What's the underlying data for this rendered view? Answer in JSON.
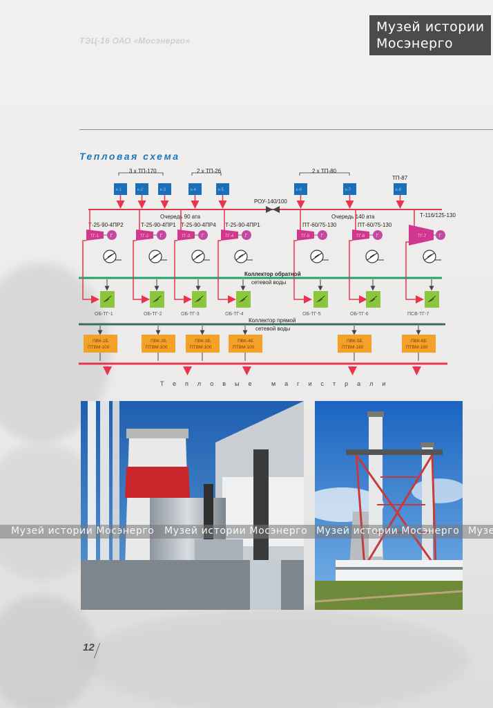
{
  "header": {
    "title": "ТЭЦ-16 ОАО «Мосэнерго»"
  },
  "logo": {
    "line1": "Музей истории",
    "line2": "Мосэнерго"
  },
  "section": {
    "title": "Тепловая схема"
  },
  "scheme": {
    "groups": [
      "3 х ТП-170",
      "2 х ТП-26",
      "2 х ТП-80",
      "ТП-87"
    ],
    "boilers": [
      "к-1",
      "к-2",
      "к-3",
      "к-4",
      "к-5",
      "к-6",
      "к-7",
      "к-8"
    ],
    "rou": "РОУ-140/100",
    "stage1": "Очередь 90 ата",
    "stage2": "Очередь 140 ата",
    "turbine_types": [
      "Т-25-90-4ПР2",
      "Т-25-90-4ПР1",
      "Т-25-90-4ПР4",
      "Т-25-90-4ПР1",
      "ПТ-60/75-130",
      "ПТ-60/75-130",
      "Т-116/125-130"
    ],
    "turbines": [
      "ТГ-1",
      "ТГ-2",
      "ТГ-3",
      "ТГ-4",
      "ТГ-5",
      "ТГ-6",
      "ТГ-7"
    ],
    "generator": "Г",
    "return_collector": [
      "Коллектор обратной",
      "сетевой воды"
    ],
    "supply_collector": [
      "Коллектор прямой",
      "сетевой воды"
    ],
    "heaters": [
      "ОБ-ТГ-1",
      "ОБ-ТГ-2",
      "ОБ-ТГ-3",
      "ОБ-ТГ-4",
      "ОБ-ТГ-5",
      "ОБ-ТГ-6",
      "ПСВ-ТГ-7"
    ],
    "boiler_units": [
      {
        "line1": "ПВК-1Б",
        "line2": "ПТВМ-100"
      },
      {
        "line1": "ПВК-2Б",
        "line2": "ПТВМ-100"
      },
      {
        "line1": "ПВК-3Б",
        "line2": "ПТВМ-100"
      },
      {
        "line1": "ПВК-4Б",
        "line2": "ПТВМ-100"
      },
      {
        "line1": "ПВК-5Б",
        "line2": "ПТВМ-180"
      },
      {
        "line1": "ПВК-6Б",
        "line2": "ПТВМ-180"
      }
    ],
    "mains": "Тепловые магистрали"
  },
  "watermark": {
    "text": "Музей истории Мосэнерго"
  },
  "page_number": "12",
  "colors": {
    "red": "#e8344d",
    "green": "#22a36a",
    "blue": "#1a6fb8",
    "magenta": "#d1378e",
    "orange": "#f4a12a",
    "lime": "#8cc63f"
  }
}
